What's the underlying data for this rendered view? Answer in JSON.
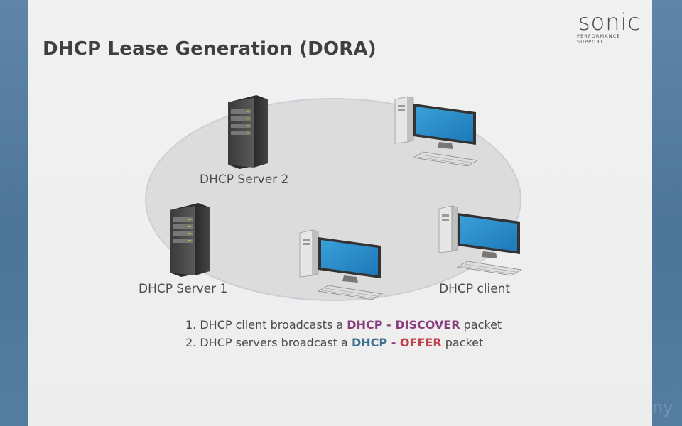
{
  "slide": {
    "title": "DHCP Lease Generation (DORA)"
  },
  "logo": {
    "word": "sonic",
    "subtitle": "PERFORMANCE SUPPORT"
  },
  "nodes": {
    "server2": {
      "label": "DHCP Server 2"
    },
    "server1": {
      "label": "DHCP Server 1"
    },
    "client": {
      "label": "DHCP client"
    }
  },
  "steps": [
    {
      "prefix": "1. DHCP client broadcasts a ",
      "kw_a": "DHCP",
      "sep": " - ",
      "kw_b": "DISCOVER",
      "suffix": " packet"
    },
    {
      "prefix": "2. DHCP servers broadcast a ",
      "kw_a": "DHCP",
      "sep": " - ",
      "kw_b": "OFFER",
      "suffix": " packet"
    }
  ],
  "watermark": "ny",
  "colors": {
    "discover": "#8a3d7d",
    "dhcp_offer": "#3d6f8e",
    "offer": "#c0404a"
  }
}
